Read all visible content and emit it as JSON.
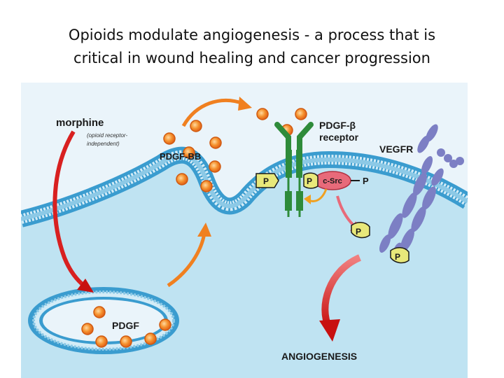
{
  "slide": {
    "title_line1": "Opioids modulate angiogenesis - a process that is",
    "title_line2": "critical in wound healing and cancer progression"
  },
  "diagram": {
    "morphine": "morphine",
    "opioid_note_line1": "(opioid receptor-",
    "opioid_note_line2": "independent)",
    "pdgf_bb": "PDGF-BB",
    "pdgf_beta_line1": "PDGF-β",
    "pdgf_beta_line2": "receptor",
    "vegfr": "VEGFR",
    "pdgf": "PDGF",
    "phospho": "P",
    "c_src": "c-Src",
    "angiogenesis": "ANGIOGENESIS"
  },
  "colors": {
    "cytoplasm": "#bfe3f2",
    "membrane": "#5fb3d8",
    "ligand": "#f07c1e",
    "receptor_green": "#2e8b3a",
    "vegfr_purple": "#7c7fc4",
    "phospho_yellow": "#e8e87a",
    "csrc_pink": "#e86a7a",
    "arrow_red": "#d82020",
    "arrow_orange": "#f08020"
  }
}
